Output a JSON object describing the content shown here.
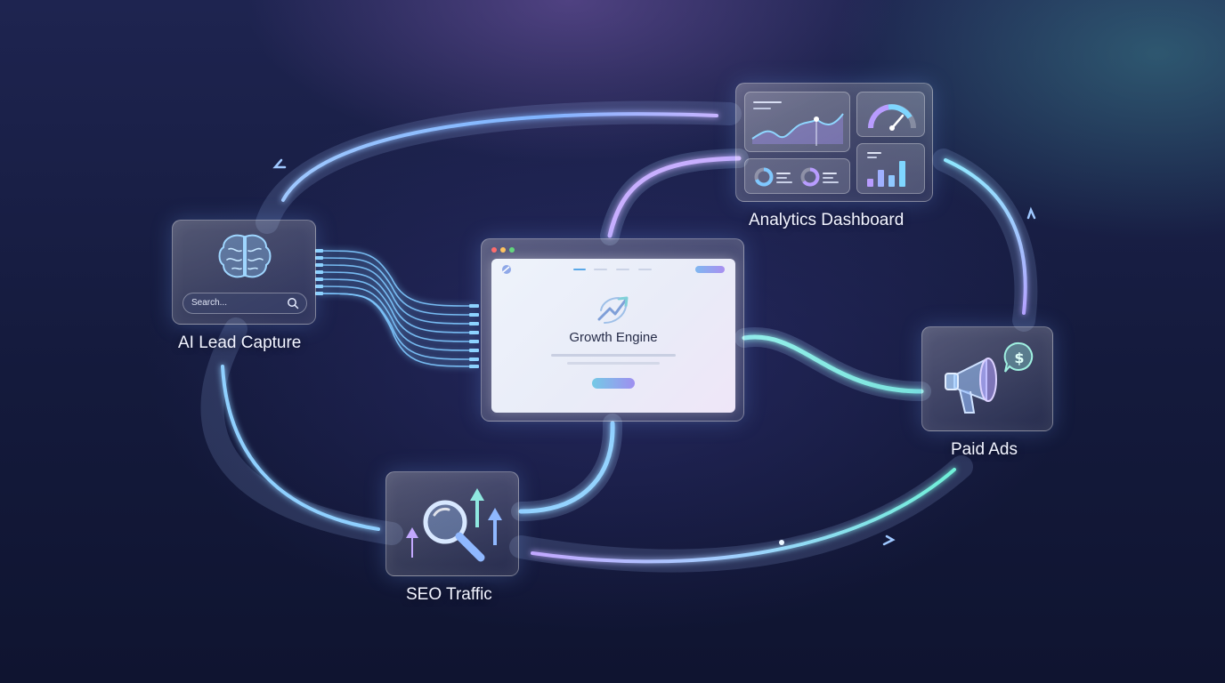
{
  "diagram": {
    "nodes": {
      "lead_capture": {
        "label": "AI Lead Capture",
        "search_placeholder": "Search...",
        "icons": [
          "brain-icon",
          "search-icon"
        ]
      },
      "growth_engine": {
        "title": "Growth Engine",
        "icons": [
          "growth-arrow-icon"
        ]
      },
      "analytics": {
        "label": "Analytics Dashboard",
        "icons": [
          "line-chart-icon",
          "gauge-icon",
          "donut-icon",
          "bar-chart-icon"
        ]
      },
      "paid_ads": {
        "label": "Paid Ads",
        "icons": [
          "megaphone-icon",
          "dollar-bubble-icon"
        ]
      },
      "seo": {
        "label": "SEO Traffic",
        "icons": [
          "magnifier-icon",
          "up-arrow-icon"
        ]
      }
    },
    "colors": {
      "cyan": "#7fd6ff",
      "violet": "#b89cff",
      "teal": "#6ff0d8",
      "blue": "#6aa8ff"
    }
  }
}
